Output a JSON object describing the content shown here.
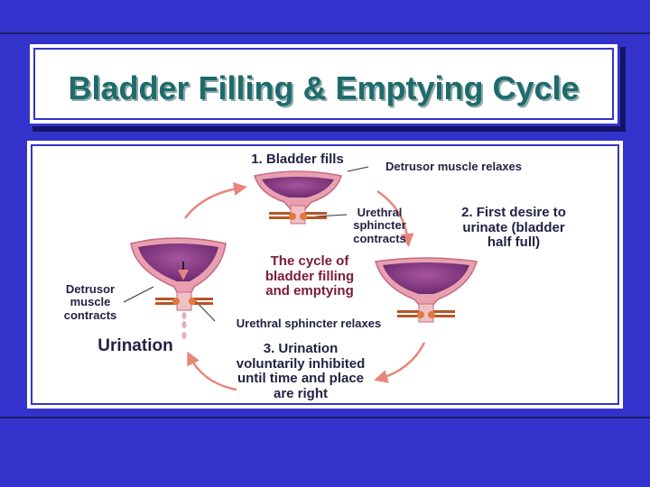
{
  "slide": {
    "title": "Bladder Filling & Emptying Cycle"
  },
  "diagram": {
    "center_label": "The cycle of\nbladder filling\nand emptying",
    "stages": {
      "bladder_fills": "1. Bladder fills",
      "detrusor_relaxes": "Detrusor muscle relaxes",
      "urethral_sphincter_contracts": "Urethral\nsphincter\ncontracts",
      "first_desire": "2. First desire to\nurinate (bladder\nhalf full)",
      "urination_inhibited": "3. Urination\nvoluntarily inhibited\nuntil time and place\nare right",
      "urethral_sphincter_relaxes": "Urethral sphincter relaxes",
      "detrusor_contracts": "Detrusor\nmuscle\ncontracts",
      "urination": "Urination"
    }
  },
  "colors": {
    "background": "#3333cc",
    "title_text": "#1f6b6b",
    "center_label": "#7a1a3a",
    "arrow": "#e8857a",
    "bladder_fill": "#8e3a8a",
    "bladder_wall": "#e8a0b0"
  }
}
